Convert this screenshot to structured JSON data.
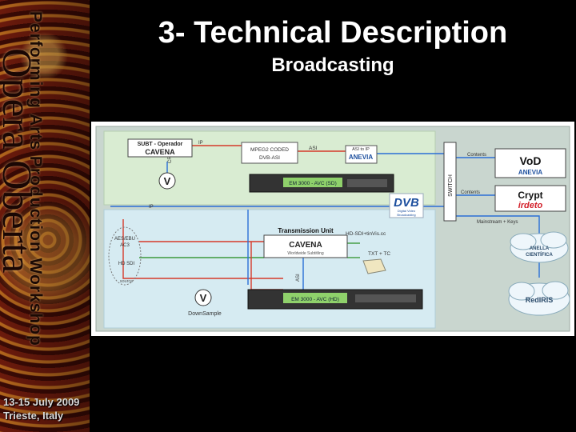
{
  "slide": {
    "title": "3- Technical Description",
    "subtitle": "Broadcasting"
  },
  "sidebar": {
    "workshop": "Performing Arts Production Workshop",
    "project": "Opera Oberta",
    "date_line1": "13-15 July 2009",
    "date_line2": "Trieste, Italy"
  },
  "diagram": {
    "subt_operator": "SUBT - Operador",
    "cavena": "CAVENA",
    "mpeg2_label1": "MPEG2 CODED",
    "mpeg2_label2": "DVB-ASI",
    "asi_label": "ASI",
    "asi_to_ip_1": "ASI to IP",
    "anevia": "ANEVIA",
    "encoder_sd": "EM 3000 - AVC (SD)",
    "encoder_hd": "EM 3000 - AVC (HD)",
    "dvb_logo": "DVB",
    "dvb_sub1": "Digital Video",
    "dvb_sub2": "Broadcasting",
    "switch": "SWITCH",
    "contents_top": "Contents",
    "contents_bottom": "Contents",
    "vod_title": "VoD",
    "vod_brand": "ANEVIA",
    "crypt_title": "Crypt",
    "crypt_brand": "irdeto",
    "mainstream_keys": "Mainstream + Keys",
    "transmission_unit": "Transmission Unit",
    "cavena2": "CAVENA",
    "cavena2_sub": "Worldwide Subtitling",
    "hd_sdi_tc": "HD-SDI+tinVis.cc",
    "txt_tc": "TXT + TC",
    "aes_ebu_1": "AES/EBU",
    "aes_ebu_2": "AC3",
    "hd_sdi_src": "HD SDI",
    "source": "source",
    "downsample": "DownSample",
    "ip_label1": "IP",
    "ip_label2": "IP",
    "asi_vertical": "ASI",
    "cr_label": "CR",
    "anella_1": "ANELLA",
    "anella_2": "CIENTÍFICA",
    "rediris": "RedIRIS"
  },
  "colors": {
    "panel_top": "#d9ecd2",
    "panel_bottom": "#d6ebf2",
    "line_red": "#d63a2a",
    "line_blue": "#2a6fd6",
    "line_green": "#3c9a3c",
    "encoder_green": "#8fd16b",
    "irdeto_red": "#d3202a",
    "dvb_blue": "#1d4f9e"
  }
}
